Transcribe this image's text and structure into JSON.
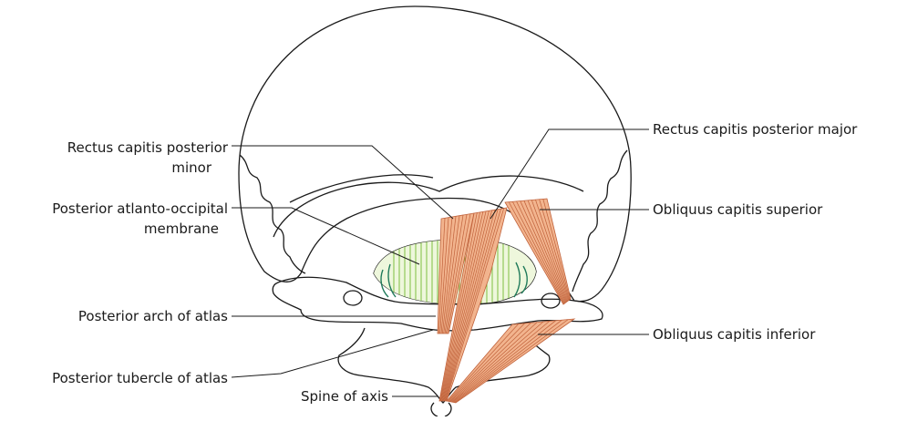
{
  "labels": {
    "rectus_minor_line1": "Rectus capitis posterior",
    "rectus_minor_line2": "minor",
    "membrane_line1": "Posterior atlanto-occipital",
    "membrane_line2": "membrane",
    "posterior_arch": "Posterior arch of atlas",
    "posterior_tubercle": "Posterior tubercle of atlas",
    "spine_axis": "Spine of axis",
    "rectus_major": "Rectus capitis posterior major",
    "obliquus_superior": "Obliquus capitis superior",
    "obliquus_inferior": "Obliquus capitis inferior"
  },
  "colors": {
    "outline": "#1a1a1a",
    "muscle_fill": "#f2b48e",
    "muscle_fiber": "#c0613a",
    "membrane_fill": "#eef7dc",
    "membrane_fiber": "#7fbf3f",
    "membrane_edge": "#1f7a5a"
  }
}
